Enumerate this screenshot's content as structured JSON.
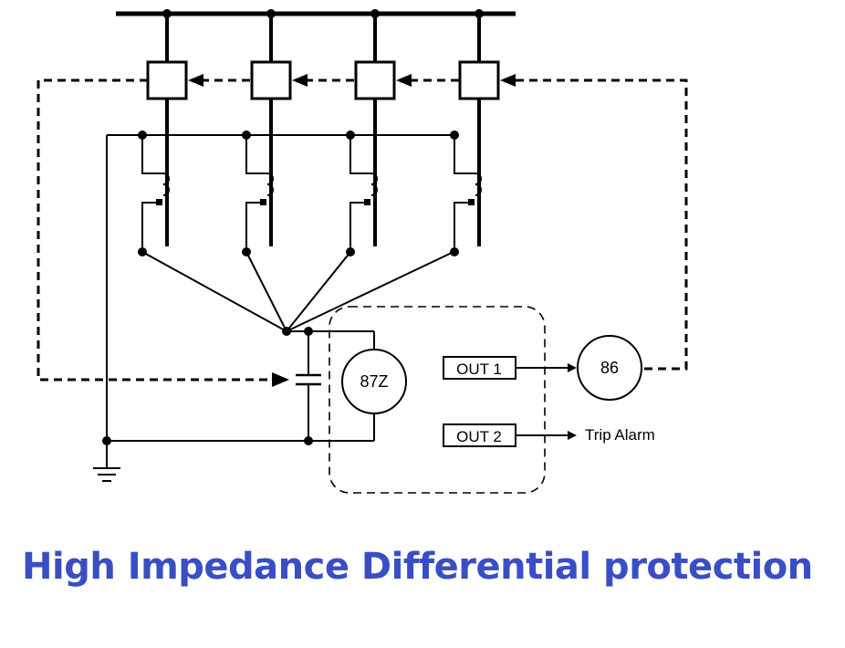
{
  "title": "High Impedance Differential protection",
  "title_color": "#3a4ec4",
  "feeders": [
    {
      "id": "feeder-1"
    },
    {
      "id": "feeder-2"
    },
    {
      "id": "feeder-3"
    },
    {
      "id": "feeder-4"
    }
  ],
  "relay_87z": {
    "label": "87Z"
  },
  "lockout_relay": {
    "label": "86"
  },
  "outputs": [
    {
      "label": "OUT 1",
      "target": "86"
    },
    {
      "label": "OUT 2",
      "target": "Trip Alarm"
    }
  ],
  "trip_alarm_label": "Trip Alarm",
  "icons": {
    "ground": "ground-icon",
    "capacitor": "capacitor-icon",
    "breaker": "circuit-breaker-icon",
    "ct": "current-transformer-icon"
  }
}
